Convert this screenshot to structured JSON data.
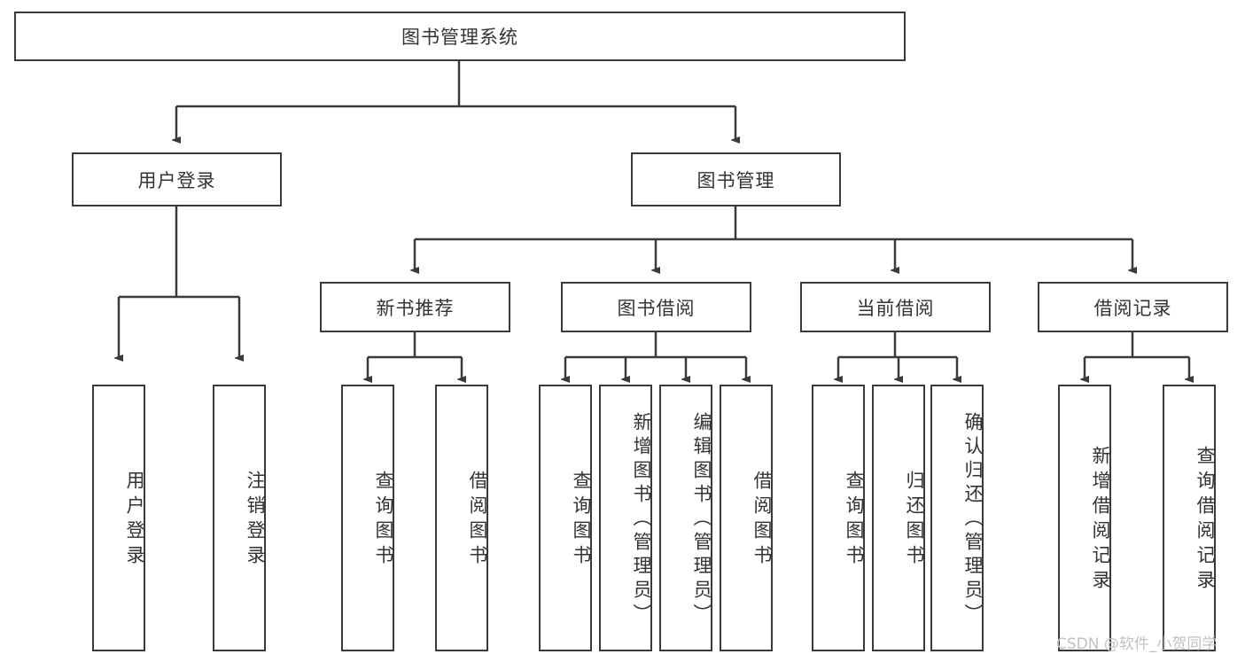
{
  "diagram": {
    "title": "图书管理系统",
    "type": "tree-hierarchy",
    "root": {
      "label": "图书管理系统"
    },
    "level2": [
      {
        "label": "用户登录"
      },
      {
        "label": "图书管理"
      }
    ],
    "level3": [
      {
        "label": "新书推荐"
      },
      {
        "label": "图书借阅"
      },
      {
        "label": "当前借阅"
      },
      {
        "label": "借阅记录"
      }
    ],
    "leaves": {
      "user_login": [
        {
          "label": "用户登录"
        },
        {
          "label": "注销登录"
        }
      ],
      "new_book_recommend": [
        {
          "label": "查询图书"
        },
        {
          "label": "借阅图书"
        }
      ],
      "book_borrow": [
        {
          "label": "查询图书"
        },
        {
          "label": "新增图书（管理员）"
        },
        {
          "label": "编辑图书（管理员）"
        },
        {
          "label": "借阅图书"
        }
      ],
      "current_borrow": [
        {
          "label": "查询图书"
        },
        {
          "label": "归还图书"
        },
        {
          "label": "确认归还（管理员）"
        }
      ],
      "borrow_records": [
        {
          "label": "新增借阅记录"
        },
        {
          "label": "查询借阅记录"
        }
      ]
    }
  },
  "watermark": {
    "text": "CSDN @软件_小贺同学"
  },
  "colors": {
    "border": "#3a3a3a",
    "text": "#333333",
    "background": "#ffffff",
    "watermark": "#c2c2c2"
  }
}
